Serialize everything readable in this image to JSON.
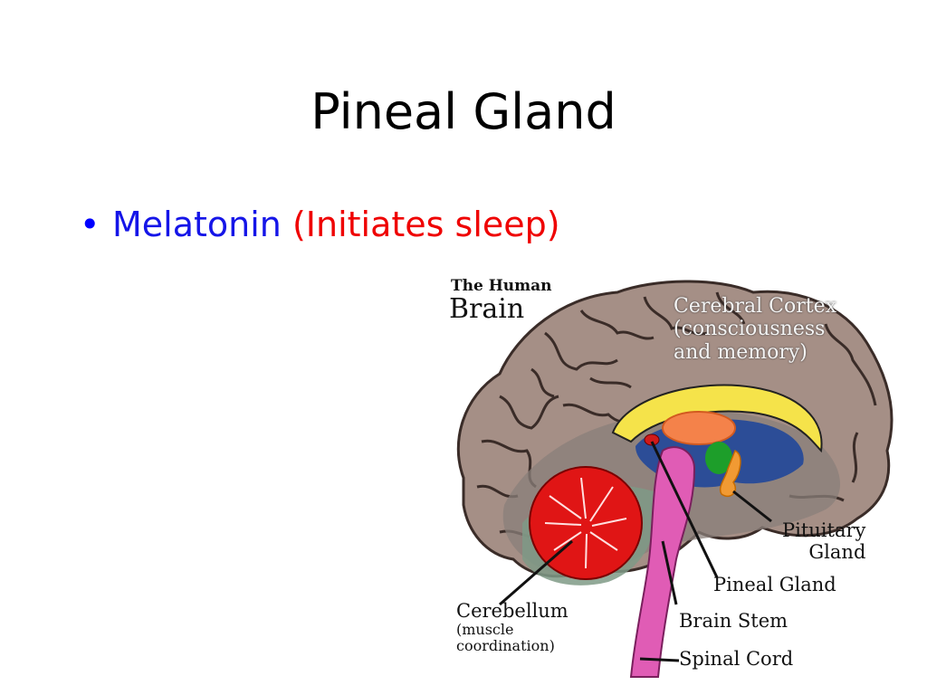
{
  "slide": {
    "title": "Pineal Gland",
    "bullet": {
      "symbol": "•",
      "term": "Melatonin",
      "note": "(Initiates sleep)",
      "term_color": "#1515e8",
      "note_color": "#ef0000"
    }
  },
  "figure": {
    "heading_small": "The Human",
    "heading_large": "Brain",
    "labels": {
      "cortex": [
        "Cerebral Cortex",
        "(consciousness",
        "and memory)"
      ],
      "pituitary": [
        "Pituitary",
        "Gland"
      ],
      "pineal": "Pineal Gland",
      "brain_stem": "Brain Stem",
      "spinal_cord": "Spinal Cord",
      "cerebellum": [
        "Cerebellum",
        "(muscle",
        "coordination)"
      ]
    },
    "colors": {
      "cortex": "#a58f86",
      "cerebellum": "#e01515",
      "stem": "#e05cb5",
      "ventricle": "#2c4d97",
      "corpus": "#f5e34a",
      "thalamus": "#f4824a",
      "hypothal": "#1d9e2a",
      "pituitary": "#f19a33"
    }
  }
}
